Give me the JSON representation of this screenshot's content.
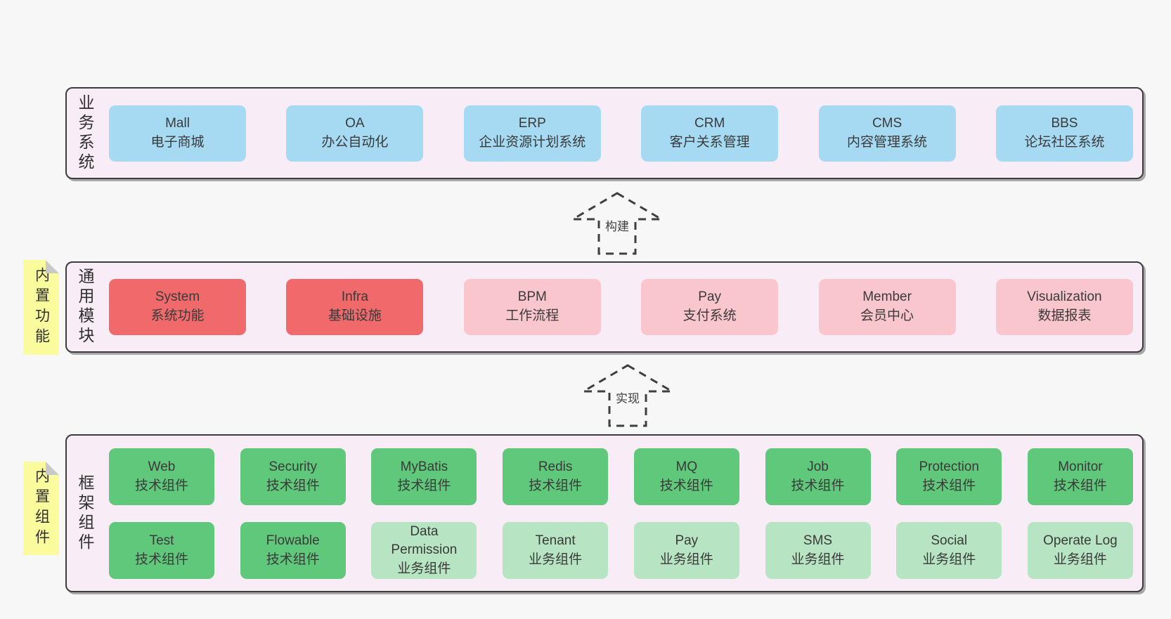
{
  "colors": {
    "page_bg": "#f7f7f7",
    "band_bg": "#f8edf6",
    "band_border": "#3c3c3c",
    "blue": "#a6daf3",
    "red": "#f06a6c",
    "pink": "#fac6ce",
    "green": "#5fc87a",
    "light_green": "#b7e4c2",
    "note_yellow": "#fafb9d",
    "note_fold": "#c9c9c9",
    "text": "#3a3a3a"
  },
  "arrows": [
    {
      "label": "构建"
    },
    {
      "label": "实现"
    }
  ],
  "bands": [
    {
      "label": "业务系统",
      "boxes": [
        {
          "en": "Mall",
          "zh": "电子商城"
        },
        {
          "en": "OA",
          "zh": "办公自动化"
        },
        {
          "en": "ERP",
          "zh": "企业资源计划系统"
        },
        {
          "en": "CRM",
          "zh": "客户关系管理"
        },
        {
          "en": "CMS",
          "zh": "内容管理系统"
        },
        {
          "en": "BBS",
          "zh": "论坛社区系统"
        }
      ]
    },
    {
      "label": "通用模块",
      "note": "内置功能",
      "boxes": [
        {
          "en": "System",
          "zh": "系统功能"
        },
        {
          "en": "Infra",
          "zh": "基础设施"
        },
        {
          "en": "BPM",
          "zh": "工作流程"
        },
        {
          "en": "Pay",
          "zh": "支付系统"
        },
        {
          "en": "Member",
          "zh": "会员中心"
        },
        {
          "en": "Visualization",
          "zh": "数据报表"
        }
      ]
    },
    {
      "label": "框架组件",
      "note": "内置组件",
      "rows": [
        {
          "boxes": [
            {
              "en": "Web",
              "zh": "技术组件"
            },
            {
              "en": "Security",
              "zh": "技术组件"
            },
            {
              "en": "MyBatis",
              "zh": "技术组件"
            },
            {
              "en": "Redis",
              "zh": "技术组件"
            },
            {
              "en": "MQ",
              "zh": "技术组件"
            },
            {
              "en": "Job",
              "zh": "技术组件"
            },
            {
              "en": "Protection",
              "zh": "技术组件"
            },
            {
              "en": "Monitor",
              "zh": "技术组件"
            }
          ]
        },
        {
          "boxes": [
            {
              "en": "Test",
              "zh": "技术组件"
            },
            {
              "en": "Flowable",
              "zh": "技术组件"
            },
            {
              "en": "Data Permission",
              "zh": "业务组件"
            },
            {
              "en": "Tenant",
              "zh": "业务组件"
            },
            {
              "en": "Pay",
              "zh": "业务组件"
            },
            {
              "en": "SMS",
              "zh": "业务组件"
            },
            {
              "en": "Social",
              "zh": "业务组件"
            },
            {
              "en": "Operate Log",
              "zh": "业务组件"
            }
          ]
        }
      ]
    }
  ]
}
